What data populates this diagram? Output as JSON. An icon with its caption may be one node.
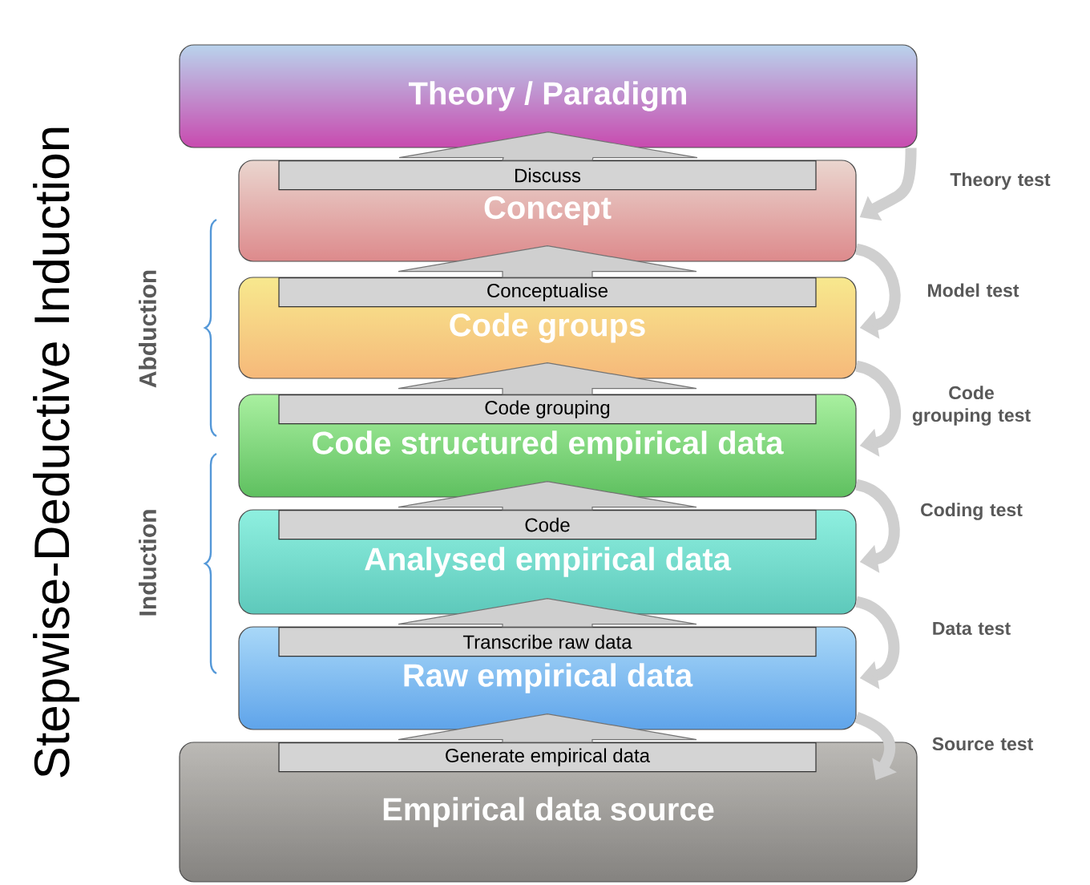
{
  "diagram": {
    "title": "Stepwise-Deductive Induction",
    "nodes": [
      {
        "text": [
          "Theory / Paradigm"
        ]
      },
      {
        "text": [
          "Concept"
        ]
      },
      {
        "text": [
          "Discuss"
        ],
        "in": 1
      },
      {
        "text": [
          "Code groups"
        ]
      },
      {
        "text": [
          "Conceptualise"
        ],
        "in": 3
      },
      {
        "text": [
          "Code structured empirical data"
        ]
      },
      {
        "text": [
          "Code grouping"
        ],
        "in": 5
      },
      {
        "text": [
          "Analysed empirical data"
        ]
      },
      {
        "text": [
          "Code"
        ],
        "in": 7
      },
      {
        "text": [
          "Raw empirical data"
        ]
      },
      {
        "text": [
          "Transcribe raw data"
        ],
        "in": 9
      },
      {
        "text": [
          "Empirical data source"
        ]
      },
      {
        "text": [
          "Generate empirical data"
        ],
        "in": 11
      }
    ],
    "edges": [
      {
        "from": 2,
        "to": 0,
        "arrow": "to",
        "style": "thick"
      },
      {
        "from": 4,
        "to": 1,
        "arrow": "to",
        "style": "thick"
      },
      {
        "from": 6,
        "to": 3,
        "arrow": "to",
        "style": "thick"
      },
      {
        "from": 8,
        "to": 5,
        "arrow": "to",
        "style": "thick"
      },
      {
        "from": 10,
        "to": 7,
        "arrow": "to",
        "style": "thick"
      },
      {
        "from": 12,
        "to": 9,
        "arrow": "to",
        "style": "thick"
      },
      {
        "from": 0,
        "to": 1,
        "arrow": "to",
        "label": "Theory test"
      },
      {
        "from": 1,
        "to": 3,
        "arrow": "to",
        "label": "Model test"
      },
      {
        "from": 3,
        "to": 5,
        "arrow": "to",
        "label": "Code grouping test"
      },
      {
        "from": 5,
        "to": 7,
        "arrow": "to",
        "label": "Coding test"
      },
      {
        "from": 7,
        "to": 9,
        "arrow": "to",
        "label": "Data test"
      },
      {
        "from": 9,
        "to": 11,
        "arrow": "to",
        "label": "Source test"
      }
    ],
    "labels": [
      "Abduction",
      "Induction"
    ]
  }
}
